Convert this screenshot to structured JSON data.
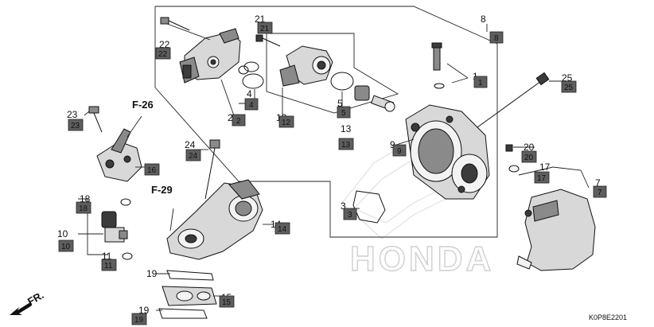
{
  "diagram": {
    "code": "K0P8E2201",
    "watermark": "HONDA",
    "front_label": "FR.",
    "refs": [
      {
        "id": "f26",
        "text": "F-26"
      },
      {
        "id": "f29",
        "text": "F-29"
      }
    ],
    "callouts": [
      {
        "n": "1"
      },
      {
        "n": "2"
      },
      {
        "n": "3"
      },
      {
        "n": "4"
      },
      {
        "n": "5"
      },
      {
        "n": "7"
      },
      {
        "n": "8"
      },
      {
        "n": "9"
      },
      {
        "n": "10"
      },
      {
        "n": "11"
      },
      {
        "n": "12"
      },
      {
        "n": "13"
      },
      {
        "n": "14"
      },
      {
        "n": "15"
      },
      {
        "n": "16"
      },
      {
        "n": "17"
      },
      {
        "n": "18"
      },
      {
        "n": "19"
      },
      {
        "n": "19"
      },
      {
        "n": "20"
      },
      {
        "n": "21"
      },
      {
        "n": "22"
      },
      {
        "n": "23"
      },
      {
        "n": "24"
      },
      {
        "n": "25"
      }
    ],
    "boxes": [
      {
        "n": "1"
      },
      {
        "n": "2"
      },
      {
        "n": "3"
      },
      {
        "n": "4"
      },
      {
        "n": "5"
      },
      {
        "n": "7"
      },
      {
        "n": "8"
      },
      {
        "n": "9"
      },
      {
        "n": "10"
      },
      {
        "n": "11"
      },
      {
        "n": "12"
      },
      {
        "n": "13"
      },
      {
        "n": "14"
      },
      {
        "n": "15"
      },
      {
        "n": "16"
      },
      {
        "n": "17"
      },
      {
        "n": "18"
      },
      {
        "n": "19"
      },
      {
        "n": "20"
      },
      {
        "n": "21"
      },
      {
        "n": "22"
      },
      {
        "n": "23"
      },
      {
        "n": "24"
      },
      {
        "n": "25"
      }
    ]
  }
}
